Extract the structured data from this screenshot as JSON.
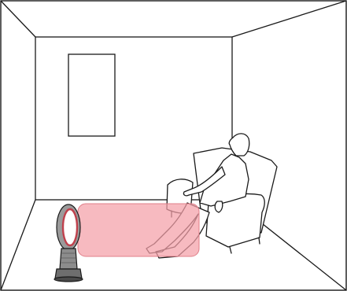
{
  "scene": {
    "background": "#ffffff",
    "line_color": "#1a1a1a",
    "heat_color": "#f4a0a8",
    "device_color": "#8c8c8c",
    "icons": [
      "room-outline",
      "wall-frame",
      "armchair",
      "seated-person",
      "fan-heater",
      "heat-zone"
    ]
  }
}
